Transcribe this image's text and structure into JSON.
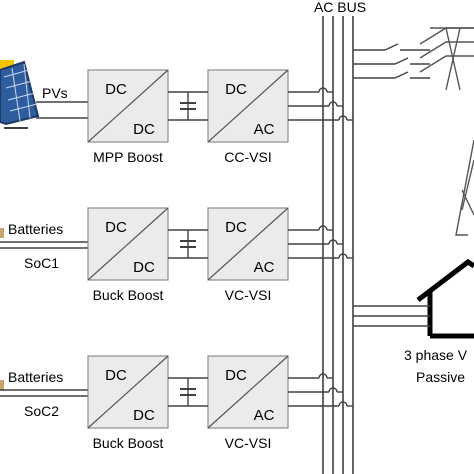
{
  "bus": {
    "title": "AC BUS"
  },
  "pv": {
    "label": "PVs"
  },
  "rows": [
    {
      "source_label": "PVs",
      "soc_label": "",
      "conv1": {
        "top": "DC",
        "bottom": "DC",
        "caption": "MPP Boost"
      },
      "conv2": {
        "top": "DC",
        "bottom": "AC",
        "caption": "CC-VSI"
      }
    },
    {
      "source_label": "Batteries",
      "soc_label": "SoC1",
      "conv1": {
        "top": "DC",
        "bottom": "DC",
        "caption": "Buck Boost"
      },
      "conv2": {
        "top": "DC",
        "bottom": "AC",
        "caption": "VC-VSI"
      }
    },
    {
      "source_label": "Batteries",
      "soc_label": "SoC2",
      "conv1": {
        "top": "DC",
        "bottom": "DC",
        "caption": "Buck Boost"
      },
      "conv2": {
        "top": "DC",
        "bottom": "AC",
        "caption": "VC-VSI"
      }
    }
  ],
  "load": {
    "line1": "3 phase V",
    "line2": "Passive"
  },
  "colors": {
    "box_fill": "#ebebeb",
    "box_stroke": "#8c8c8c",
    "wire": "#404040",
    "panel_blue": "#2e5d9e",
    "panel_frame": "#1f3864",
    "sun": "#f5c400",
    "tower": "#555555"
  }
}
